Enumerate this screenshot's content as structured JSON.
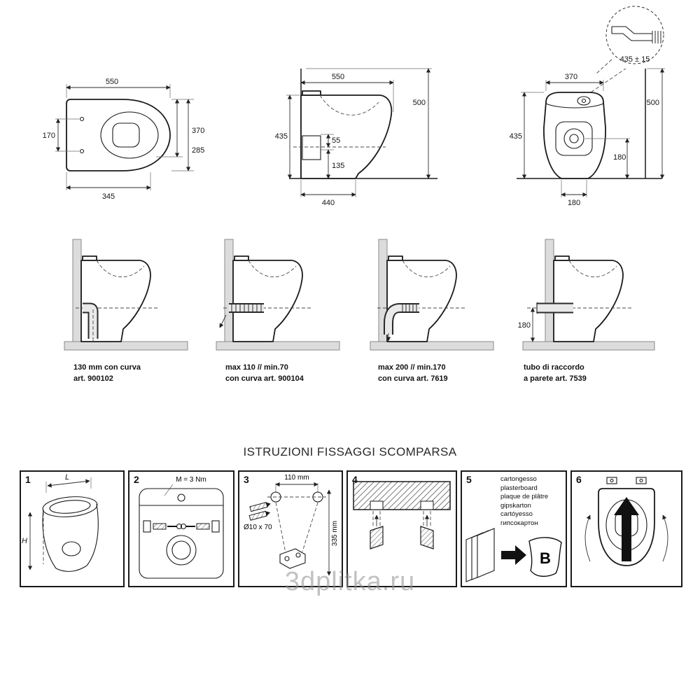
{
  "watermark": "3dplitka.ru",
  "section_title": "ISTRUZIONI FISSAGGI SCOMPARSA",
  "detail": {
    "dim": "435 ± 15"
  },
  "views": {
    "top": {
      "w": "550",
      "d1": "285",
      "d2": "370",
      "holes": "170",
      "base": "345"
    },
    "side": {
      "w": "550",
      "h_total": "500",
      "h": "435",
      "drain_a": "55",
      "drain_b": "135",
      "base": "440"
    },
    "front": {
      "w": "370",
      "h_total": "500",
      "h": "435",
      "drain_h": "180",
      "base": "180"
    }
  },
  "options": [
    {
      "line1": "130 mm con curva",
      "line2": "art. 900102"
    },
    {
      "line1": "max 110 // min.70",
      "line2": "con curva art. 900104"
    },
    {
      "line1": "max 200 // min.170",
      "line2": "con curva art. 7619"
    },
    {
      "line1": "tubo di raccordo",
      "line2": "a parete art. 7539",
      "dim": "180"
    }
  ],
  "panels": {
    "p1": {
      "num": "1",
      "dim_l": "L",
      "dim_h": "H"
    },
    "p2": {
      "num": "2",
      "torque": "M = 3 Nm"
    },
    "p3": {
      "num": "3",
      "width": "110 mm",
      "drill": "Ø10 x 70",
      "height": "335 mm"
    },
    "p4": {
      "num": "4"
    },
    "p5": {
      "num": "5",
      "materials": [
        "cartongesso",
        "plasterboard",
        "plaque de plâtre",
        "gipskarton",
        "cartóyesso",
        "гипсокартон"
      ],
      "letter": "B"
    },
    "p6": {
      "num": "6"
    }
  }
}
